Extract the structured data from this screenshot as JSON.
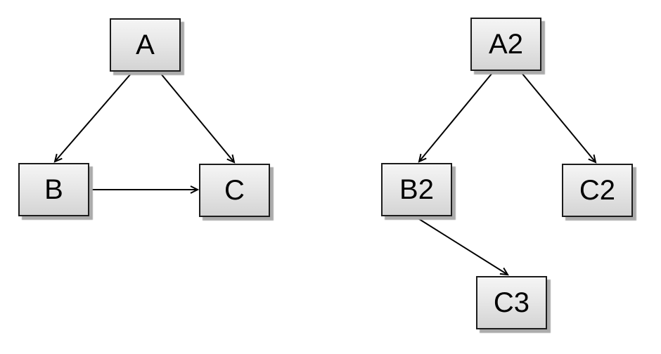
{
  "canvas": {
    "background": "#ffffff"
  },
  "style": {
    "node_border_color": "#1c1c1c",
    "node_fill_top": "#f5f5f5",
    "node_fill_bottom": "#d4d4d4",
    "node_shadow_color": "#ababab",
    "edge_color": "#000000",
    "label_color": "#000000"
  },
  "graphs": [
    {
      "name": "left-graph",
      "nodes": [
        {
          "id": "A",
          "label": "A"
        },
        {
          "id": "B",
          "label": "B"
        },
        {
          "id": "C",
          "label": "C"
        }
      ],
      "edges": [
        {
          "from": "A",
          "to": "B"
        },
        {
          "from": "A",
          "to": "C"
        },
        {
          "from": "B",
          "to": "C"
        }
      ]
    },
    {
      "name": "right-graph",
      "nodes": [
        {
          "id": "A2",
          "label": "A2"
        },
        {
          "id": "B2",
          "label": "B2"
        },
        {
          "id": "C2",
          "label": "C2"
        },
        {
          "id": "C3",
          "label": "C3"
        }
      ],
      "edges": [
        {
          "from": "A2",
          "to": "B2"
        },
        {
          "from": "A2",
          "to": "C2"
        },
        {
          "from": "B2",
          "to": "C3"
        }
      ]
    }
  ]
}
